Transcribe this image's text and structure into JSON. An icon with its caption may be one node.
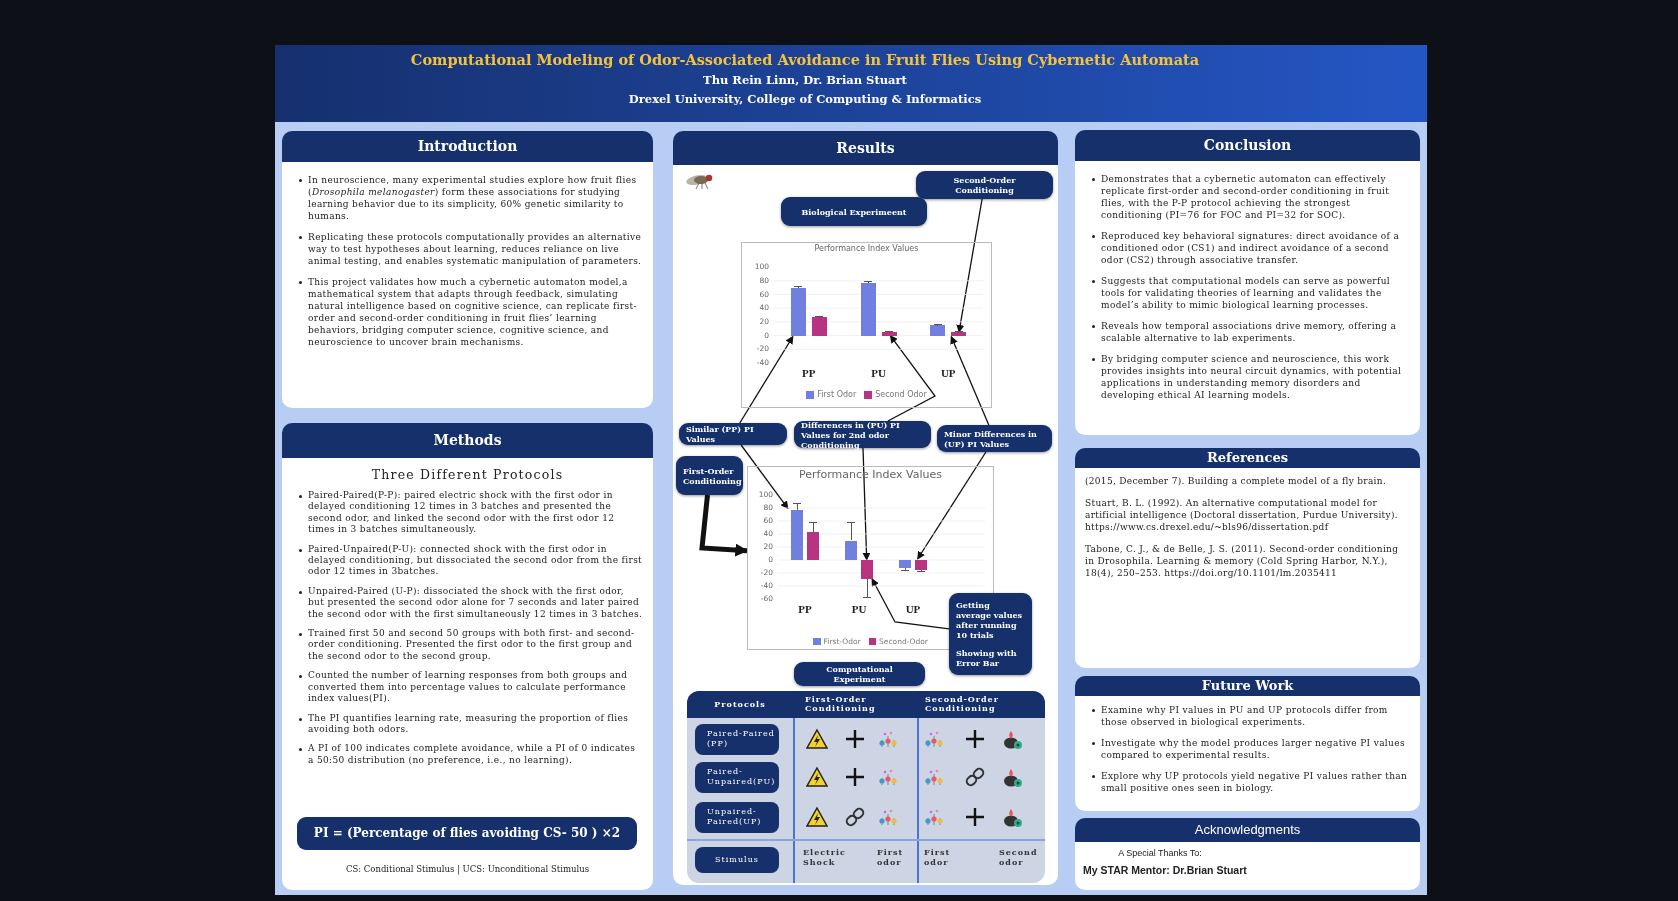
{
  "diagram": {
    "title": "Computational Modeling of Odor-Associated Avoidance in Fruit Flies Using Cybernetic Automata",
    "nodes": [
      {
        "text": [
          "Introduction",
          "In neuroscience, many experimental studies explore how fruit flies (*Drosophila melanogaster*) form these associations for studying learning behavior due to its simplicity, 60% genetic similarity to humans.",
          "Replicating these protocols computationally provides an alternative way to test hypotheses about learning, reduces reliance on live animal testing, and enables systematic manipulation of parameters.",
          "This project validates how much a cybernetic automaton model,a mathematical system that adapts through feedback, simulating natural intelligence based on cognitive science, can replicate first-order and second-order conditioning in fruit flies’ learning behaviors, bridging computer science, cognitive science, and neuroscience to uncover brain mechanisms."
        ]
      },
      {
        "text": [
          "Methods",
          "Three Different Protocols",
          "Paired-Paired(P-P): paired electric shock with the first odor in delayed conditioning 12 times in 3 batches and presented the second odor, and linked the second odor with the first odor 12 times in 3 batches simultaneously.",
          "Paired-Unpaired(P-U): connected shock with the first odor in delayed conditioning, but dissociated the second odor from the first odor 12 times in 3batches.",
          "Unpaired-Paired (U-P): dissociated the shock with the first odor, but presented the second odor alone for 7 seconds and later paired the second odor with the first simultaneously 12 times in 3 batches.",
          "Trained first 50 and second 50 groups with both first- and second-order conditioning. Presented the first odor to the first group and the second odor to the second group.",
          "Counted the number of learning responses from both groups and converted them into percentage values to calculate performance index values(PI).",
          "The PI quantifies learning rate, measuring the proportion of flies avoiding both odors.",
          "A PI of 100 indicates complete avoidance, while a PI of 0 indicates a 50:50 distribution (no preference, i.e., no learning).",
          "CS: Conditional Stimulus | UCS: Unconditional Stimulus"
        ]
      },
      {
        "text": [
          "PI = (Percentage of flies avoiding CS- 50 ) ×2"
        ],
        "in": 1
      },
      {
        "text": [
          "Results"
        ]
      },
      {
        "text": [
          "Second-Order Conditioning"
        ],
        "in": 3
      },
      {
        "text": [
          "Biological Experimeent"
        ],
        "in": 3
      },
      {
        "text": [],
        "shape": "box",
        "in": 3
      },
      {
        "text": [],
        "shape": "bar",
        "in": 6
      },
      {
        "text": [],
        "shape": "bar",
        "in": 6
      },
      {
        "text": [],
        "shape": "bar",
        "in": 6
      },
      {
        "text": [],
        "shape": "bar",
        "in": 9
      },
      {
        "text": [
          "Similar (PP) PI Values"
        ],
        "in": 3
      },
      {
        "text": [
          "Differences in (PU) PI Values for 2nd odor Conditioning"
        ],
        "in": 3
      },
      {
        "text": [
          "Minor Differences in (UP) PI Values"
        ],
        "in": 3
      },
      {
        "text": [
          "First-Order Conditioning"
        ],
        "in": 3
      },
      {
        "text": [],
        "shape": "box",
        "in": 3
      },
      {
        "text": [],
        "shape": "bar",
        "in": 15
      },
      {
        "text": [],
        "shape": "bar",
        "in": 15
      },
      {
        "text": [],
        "shape": "bar",
        "in": 15
      },
      {
        "text": [
          "Getting average values after running 10 trials",
          "Showing with Error Bar"
        ],
        "in": 3
      },
      {
        "text": [
          "Computational Experiment"
        ],
        "in": 3
      },
      {
        "text": [
          "Conclusion",
          "Demonstrates that a cybernetic automaton can effectively replicate first-order and second-order conditioning in fruit flies, with the P-P protocol achieving the strongest conditioning (PI=76 for FOC and PI=32 for SOC).",
          "Reproduced key behavioral signatures: direct avoidance of a conditioned odor (CS1) and indirect avoidance of a second odor (CS2) through associative transfer.",
          "Suggests that computational models can serve as powerful tools for validating theories of learning and validates the model’s ability to mimic biological learning processes.",
          "Reveals how temporal associations drive memory, offering a scalable alternative to lab experiments.",
          "By bridging computer science and neuroscience, this work provides insights into neural circuit dynamics, with potential applications in understanding memory disorders and developing ethical AI learning models."
        ]
      },
      {
        "text": [
          "References",
          "(2015, December 7). Building a complete model of a fly brain.",
          "Stuart, B. L. (1992). An alternative computational model for artificial intelligence (Doctoral dissertation, Purdue University). https://www.cs.drexel.edu/~bls96/dissertation.pdf",
          "Tabone, C. J., & de Belle, J. S. (2011). Second-order conditioning in Drosophila. Learning & memory (Cold Spring Harbor, N.Y.), 18(4), 250–253. https://doi.org/10.1101/lm.2035411"
        ]
      },
      {
        "text": [
          "Future Work",
          "Examine why PI values in PU and UP protocols differ from those observed in biological experiments.",
          "Investigate why the model produces larger negative PI values compared to experimental results.",
          "Explore why UP protocols yield negative PI values rather than small positive ones seen in biology."
        ]
      },
      {
        "text": [
          "Acknowledgments",
          "A Special Thanks To:",
          "My STAR Mentor: Dr.Brian Stuart"
        ]
      }
    ],
    "edges": [
      {
        "from": 4,
        "to": 10,
        "arrow": "to"
      },
      {
        "from": 11,
        "to": 7,
        "arrow": "to"
      },
      {
        "from": 11,
        "to": 16,
        "arrow": "to"
      },
      {
        "from": 12,
        "to": 8,
        "arrow": "to"
      },
      {
        "from": 12,
        "to": 17,
        "arrow": "to"
      },
      {
        "from": 13,
        "to": 9,
        "arrow": "to"
      },
      {
        "from": 13,
        "to": 18,
        "arrow": "to"
      },
      {
        "from": 14,
        "to": 15,
        "arrow": "to",
        "style": "thick"
      },
      {
        "from": 19,
        "to": 17,
        "arrow": "to"
      }
    ],
    "labels": [
      "Thu Rein Linn, Dr. Brian Stuart",
      "Drexel University, College of Computing & Informatics",
      "Performance Index Values",
      "100",
      "80",
      "60",
      "40",
      "20",
      "0",
      "-20",
      "-40",
      "PP",
      "PU",
      "UP",
      "Protocols",
      "First-Order Conditioning",
      "Second-Order Conditioning",
      "Paired-Paired (PP)",
      "Paired-Unpaired(PU)",
      "Unpaired-Paired(UP)",
      "Stimulus",
      "Electric Shock",
      "First odor",
      "First odor",
      "Second odor"
    ],
    "legend": [
      {
        "text": "First Odor",
        "color": "#7180e0"
      },
      {
        "text": "Second Odor",
        "color": "#b83482"
      }
    ],
    "chart_data": {
      "type": "bar",
      "title": "Performance Index Values",
      "categories": [
        "PP",
        "PU",
        "UP"
      ],
      "series": [
        {
          "name": "First-Odor",
          "color": "#7180e0",
          "values": [
            77,
            30,
            -13
          ]
        },
        {
          "name": "Second-Odor",
          "color": "#b83482",
          "values": [
            43,
            -29,
            -16
          ]
        }
      ],
      "ylim": [
        -60,
        100
      ],
      "yticks": [
        100,
        80,
        60,
        40,
        20,
        0,
        -20,
        -40,
        -60
      ],
      "grid": true,
      "legend": "bottom"
    }
  }
}
